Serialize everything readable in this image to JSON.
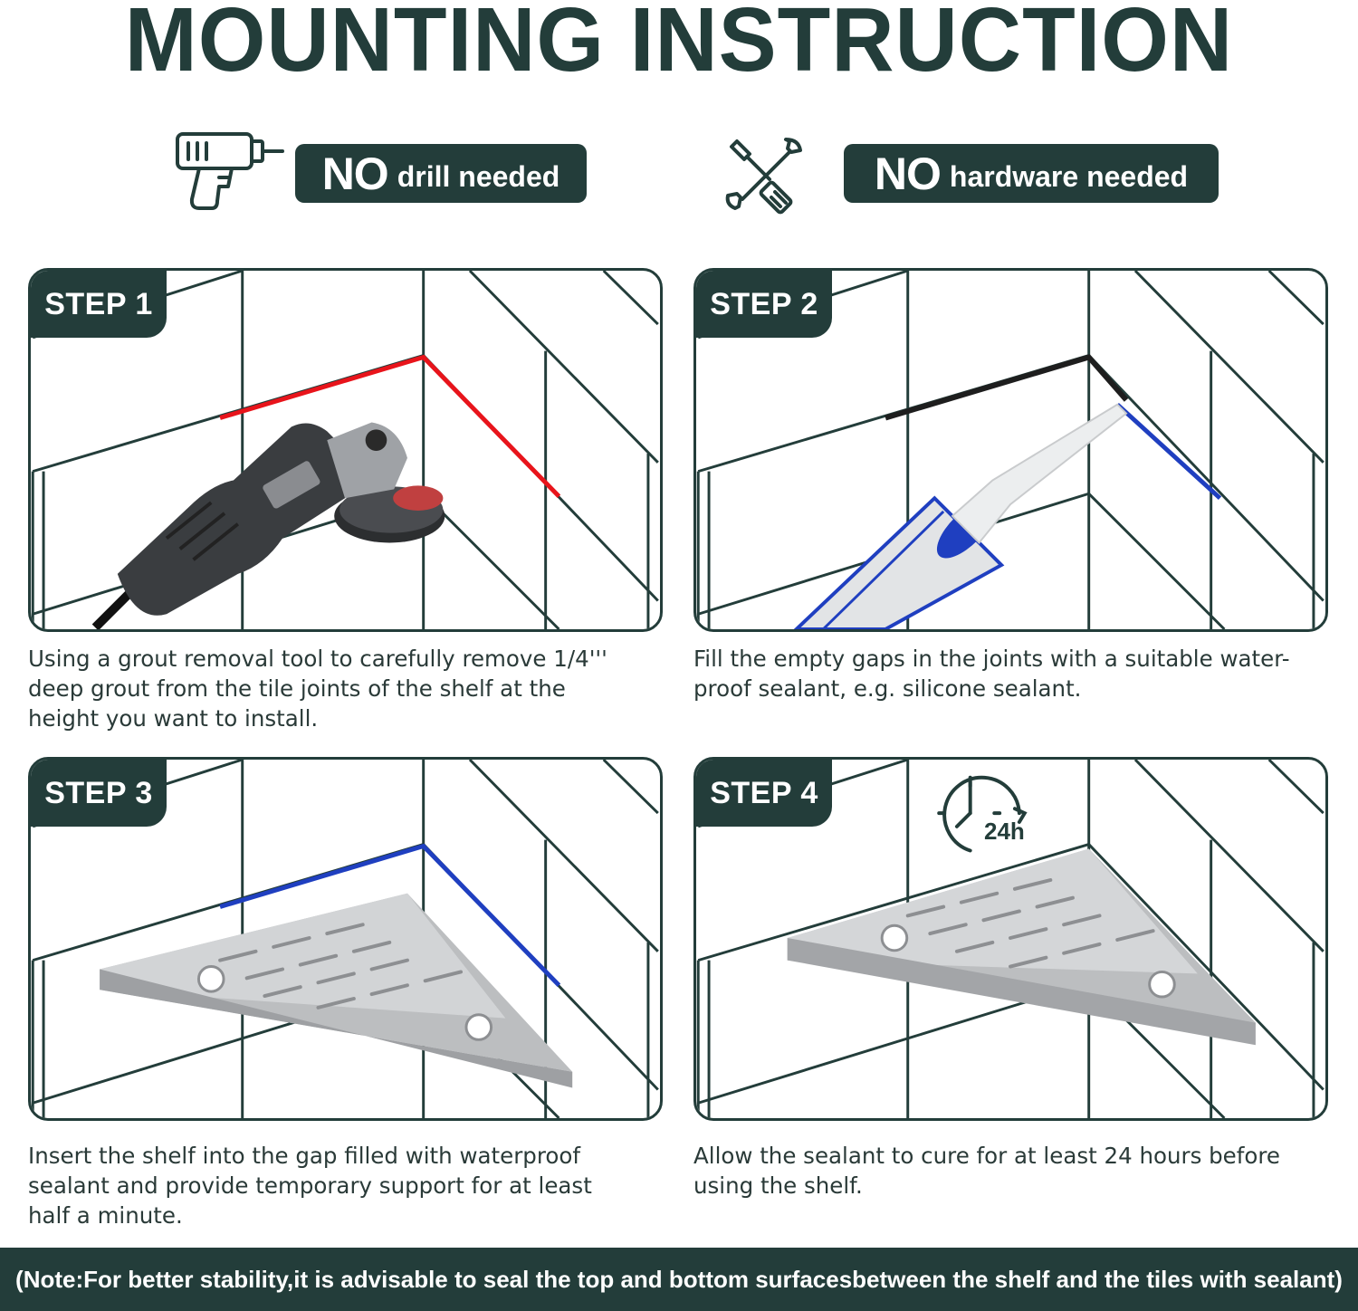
{
  "title": "MOUNTING INSTRUCTION",
  "features": [
    {
      "icon": "drill-icon",
      "big": "NO",
      "small": "drill needed"
    },
    {
      "icon": "tools-icon",
      "big": "NO",
      "small": "hardware needed"
    }
  ],
  "steps": [
    {
      "label": "STEP 1",
      "text": "Using a grout removal tool to carefully remove 1/4''' deep grout from the tile joints of the shelf at the height you want to install.",
      "illustration": "angle-grinder-removing-grout"
    },
    {
      "label": "STEP 2",
      "text": "Fill the empty gaps in the joints with a suitable water-proof sealant, e.g. silicone sealant.",
      "illustration": "sealant-caulk-gun"
    },
    {
      "label": "STEP 3",
      "text": "Insert the shelf into the gap filled with waterproof sealant and provide temporary support for at least half a minute.",
      "illustration": "corner-shelf-insert"
    },
    {
      "label": "STEP 4",
      "text": "Allow the sealant to cure for at least 24 hours before using the shelf.",
      "illustration": "corner-shelf-curing",
      "clock_label": "24h"
    }
  ],
  "note": "(Note:For better stability,it is advisable to seal the top and bottom surfacesbetween the shelf and the tiles with sealant)",
  "colors": {
    "primary": "#233d3a",
    "grout_red": "#e8141b",
    "sealant_blue": "#1f3fc0",
    "sealant_black": "#1e1e1e"
  }
}
